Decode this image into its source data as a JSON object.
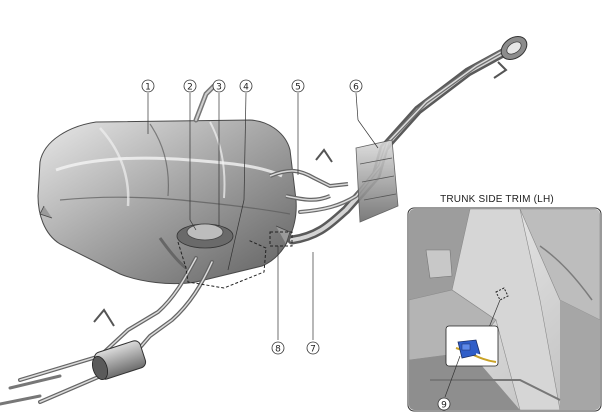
{
  "figure": {
    "inset": {
      "title": "TRUNK SIDE TRIM (LH)"
    },
    "callouts": [
      {
        "id": "1",
        "label": "1"
      },
      {
        "id": "2",
        "label": "2"
      },
      {
        "id": "3",
        "label": "3"
      },
      {
        "id": "4",
        "label": "4"
      },
      {
        "id": "5",
        "label": "5"
      },
      {
        "id": "6",
        "label": "6"
      },
      {
        "id": "7",
        "label": "7"
      },
      {
        "id": "8",
        "label": "8"
      },
      {
        "id": "9",
        "label": "9"
      }
    ]
  }
}
